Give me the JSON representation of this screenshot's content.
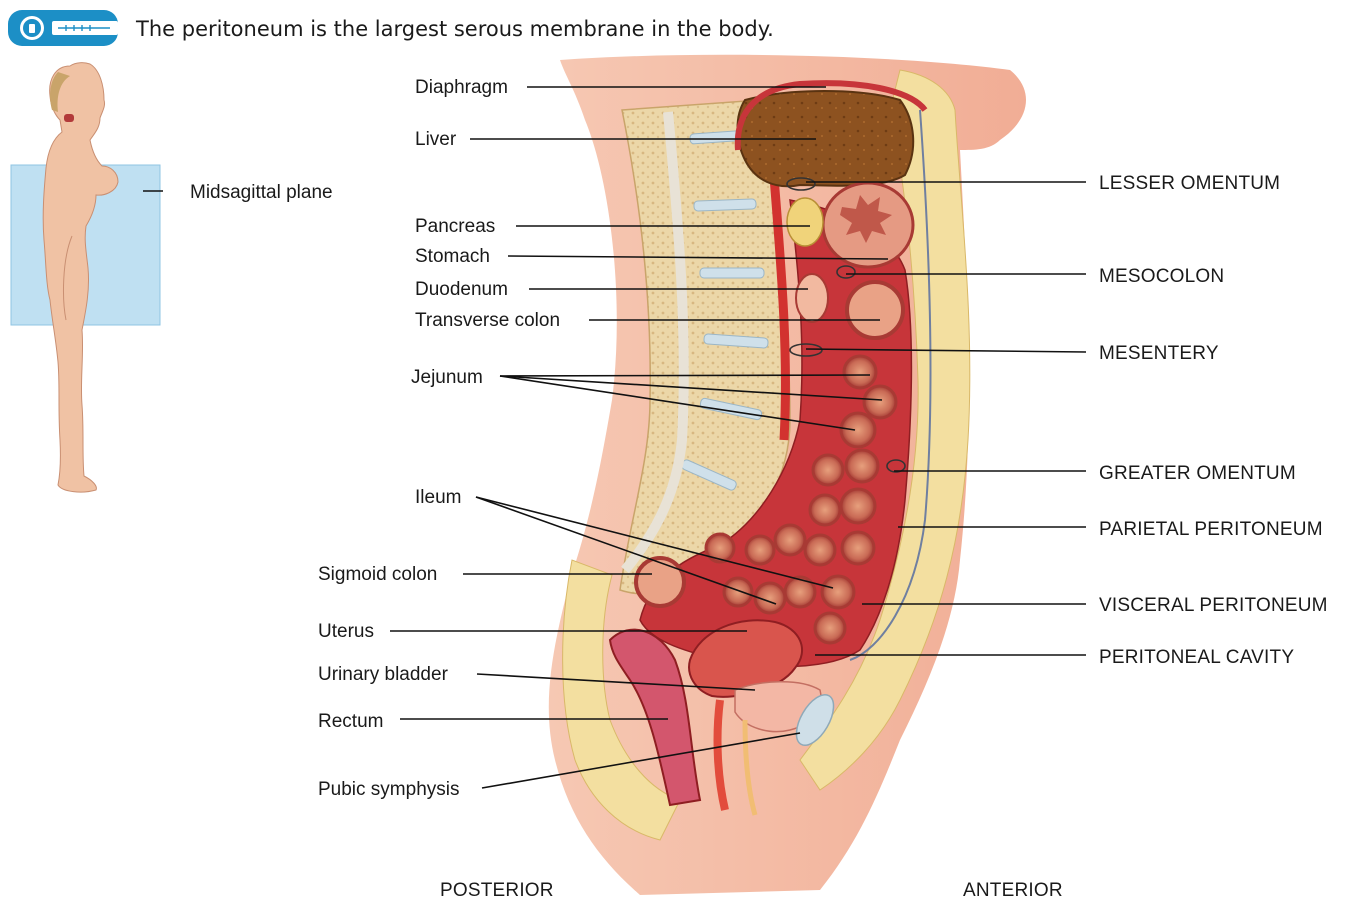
{
  "caption": "The peritoneum is the largest serous membrane in the body.",
  "icons": {
    "key_badge": "lock-key-icon"
  },
  "colors": {
    "badge_blue": "#1c8fc6",
    "plane_blue": "#bfe0f2",
    "skin": "#f2b8a0",
    "fat_yellow": "#f3dfa0",
    "organ_red": "#c7353a",
    "liver_brown": "#8a4f1c",
    "bone": "#e9d7b0"
  },
  "inset": {
    "plane_label": "Midsagittal plane"
  },
  "labels_left": {
    "diaphragm": "Diaphragm",
    "liver": "Liver",
    "pancreas": "Pancreas",
    "stomach": "Stomach",
    "duodenum": "Duodenum",
    "transverse_colon": "Transverse colon",
    "jejunum": "Jejunum",
    "ileum": "Ileum",
    "sigmoid_colon": "Sigmoid colon",
    "uterus": "Uterus",
    "urinary_bladder": "Urinary bladder",
    "rectum": "Rectum",
    "pubic_symphysis": "Pubic symphysis"
  },
  "labels_right": {
    "lesser_omentum": "LESSER OMENTUM",
    "mesocolon": "MESOCOLON",
    "mesentery": "MESENTERY",
    "greater_omentum": "GREATER OMENTUM",
    "parietal_peritoneum": "PARIETAL PERITONEUM",
    "visceral_peritoneum": "VISCERAL PERITONEUM",
    "peritoneal_cavity": "PERITONEAL CAVITY"
  },
  "orientation": {
    "posterior": "POSTERIOR",
    "anterior": "ANTERIOR"
  }
}
